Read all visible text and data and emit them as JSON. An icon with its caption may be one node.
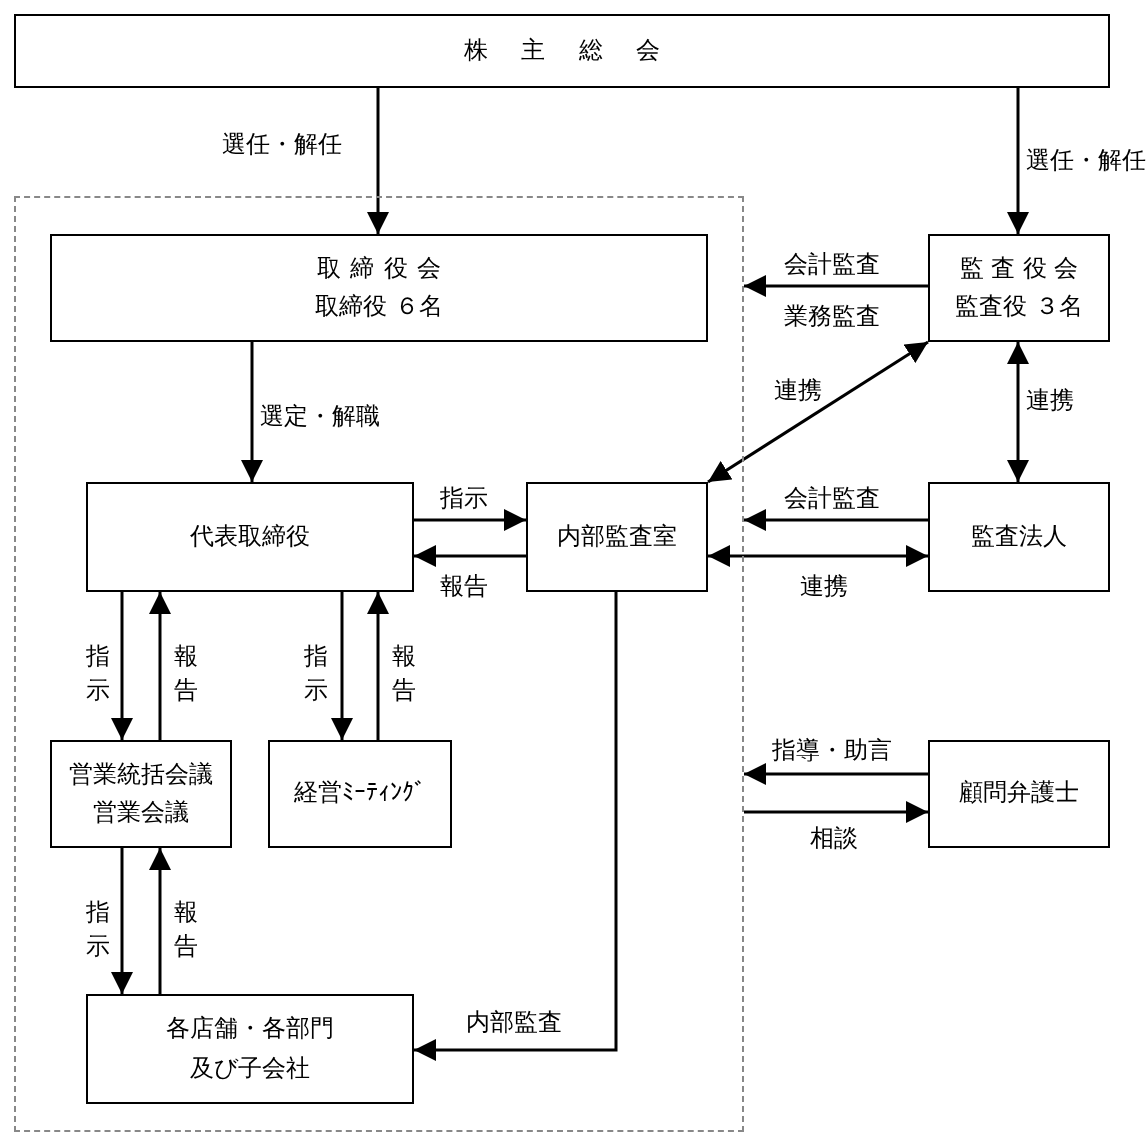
{
  "diagram": {
    "nodes": [
      {
        "text": [
          "株主総会"
        ]
      },
      {
        "text": [],
        "shape": "box"
      },
      {
        "text": [
          "取締役会",
          "取締役 ６名"
        ],
        "in": 1
      },
      {
        "text": [
          "代表取締役"
        ],
        "in": 1
      },
      {
        "text": [
          "内部監査室"
        ],
        "in": 1
      },
      {
        "text": [
          "営業統括会議",
          "営業会議"
        ],
        "in": 1
      },
      {
        "text": [
          "経営ﾐｰﾃｨﾝｸﾞ"
        ],
        "in": 1
      },
      {
        "text": [
          "各店舗・各部門",
          "及び子会社"
        ],
        "in": 1
      },
      {
        "text": [
          "監査役会",
          "監査役 ３名"
        ]
      },
      {
        "text": [
          "監査法人"
        ]
      },
      {
        "text": [
          "顧問弁護士"
        ]
      }
    ],
    "edges": [
      {
        "from": 0,
        "to": 2,
        "arrow": "to",
        "label": "選任・解任"
      },
      {
        "from": 0,
        "to": 8,
        "arrow": "to",
        "label": "選任・解任"
      },
      {
        "from": 2,
        "to": 3,
        "arrow": "to",
        "label": "選定・解職"
      },
      {
        "from": 8,
        "to": 1,
        "arrow": "to",
        "label": "会計監査"
      },
      {
        "from": 8,
        "to": 4,
        "arrow": "both",
        "label": "連携"
      },
      {
        "from": 8,
        "to": 9,
        "arrow": "both",
        "label": "連携"
      },
      {
        "from": 3,
        "to": 4,
        "arrow": "to",
        "label": "指示"
      },
      {
        "from": 4,
        "to": 3,
        "arrow": "to",
        "label": "報告"
      },
      {
        "from": 9,
        "to": 1,
        "arrow": "to",
        "label": "会計監査"
      },
      {
        "from": 4,
        "to": 9,
        "arrow": "both",
        "label": "連携"
      },
      {
        "from": 3,
        "to": 5,
        "arrow": "to",
        "label": "指示"
      },
      {
        "from": 5,
        "to": 3,
        "arrow": "to",
        "label": "報告"
      },
      {
        "from": 3,
        "to": 6,
        "arrow": "to",
        "label": "指示"
      },
      {
        "from": 6,
        "to": 3,
        "arrow": "to",
        "label": "報告"
      },
      {
        "from": 5,
        "to": 7,
        "arrow": "to",
        "label": "指示"
      },
      {
        "from": 7,
        "to": 5,
        "arrow": "to",
        "label": "報告"
      },
      {
        "from": 4,
        "to": 7,
        "arrow": "to",
        "label": "内部監査"
      },
      {
        "from": 10,
        "to": 1,
        "arrow": "to",
        "label": "指導・助言"
      },
      {
        "from": 1,
        "to": 10,
        "arrow": "to",
        "label": "相談"
      }
    ],
    "labels": [
      "業務監査"
    ]
  }
}
